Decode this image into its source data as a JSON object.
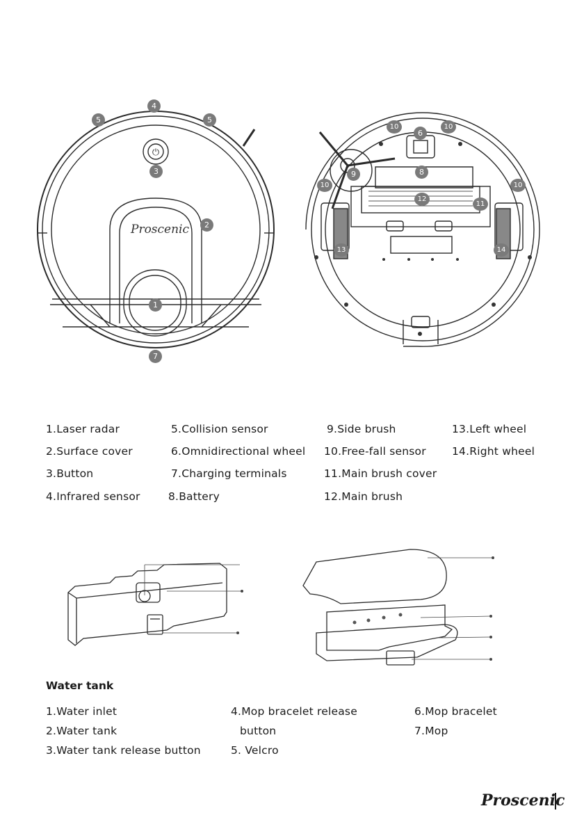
{
  "robot_legend": {
    "col1": [
      "1.Laser radar",
      "2.Surface cover",
      "3.Button",
      "4.Infrared sensor"
    ],
    "col2": [
      "5.Collision sensor",
      "6.Omnidirectional wheel",
      "7.Charging terminals",
      "8.Battery"
    ],
    "col3": [
      "9.Side brush",
      "10.Free-fall sensor",
      "11.Main brush cover",
      "12.Main brush"
    ],
    "col4": [
      "13.Left wheel",
      "14.Right wheel"
    ]
  },
  "top_callouts": [
    "5",
    "4",
    "5",
    "3",
    "2",
    "1",
    "7"
  ],
  "bottom_callouts": [
    "10",
    "6",
    "10",
    "9",
    "8",
    "10",
    "10",
    "12",
    "11",
    "13",
    "14"
  ],
  "robot_logo": "Proscenic",
  "water_tank": {
    "title": "Water tank",
    "col1": [
      "1.Water inlet",
      "2.Water tank",
      "3.Water tank release button"
    ],
    "col2_line1": "4.Mop bracelet release",
    "col2_line2": "button",
    "col2_line3": "5. Velcro",
    "col3": [
      "6.Mop bracelet",
      "7.Mop"
    ]
  },
  "footer": {
    "brand": "Proscenic"
  }
}
